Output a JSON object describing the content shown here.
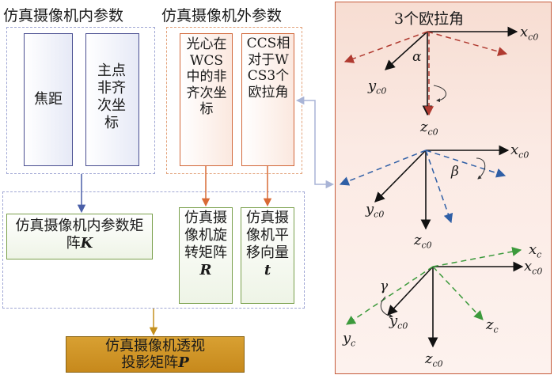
{
  "intrinsic": {
    "title": "仿真摄像机内参数",
    "focal_label": "焦距",
    "principal_label": "主点非齐次坐标"
  },
  "extrinsic": {
    "title": "仿真摄像机外参数",
    "center_label": "光心在WCS中的非齐次坐标",
    "angles_label": "CCS相对于WCS3个欧拉角"
  },
  "matrices": {
    "intrinsic_matrix": "仿真摄像机内参数矩阵",
    "intrinsic_symbol": "K",
    "rotation_matrix": "仿真摄像机旋转矩阵",
    "rotation_symbol": "R",
    "translation_vector": "仿真摄像机平移向量",
    "translation_symbol": "t"
  },
  "projection": {
    "line1": "仿真摄像机透视",
    "line2": "投影矩阵",
    "symbol": "P"
  },
  "euler_panel": {
    "title": "3个欧拉角",
    "alpha": "α",
    "beta": "β",
    "gamma": "γ",
    "x": "x",
    "y": "y",
    "z": "z",
    "sub_c0": "c0",
    "sub_c": "c"
  },
  "colors": {
    "alpha_axis": "#b03a30",
    "beta_axis": "#2f5fa6",
    "gamma_axis": "#3c9a3c",
    "arrow_blue": "#4a5fa8",
    "arrow_orange": "#d96a35",
    "arrow_gold": "#c4901e",
    "arrow_light": "#a9b4d6"
  }
}
